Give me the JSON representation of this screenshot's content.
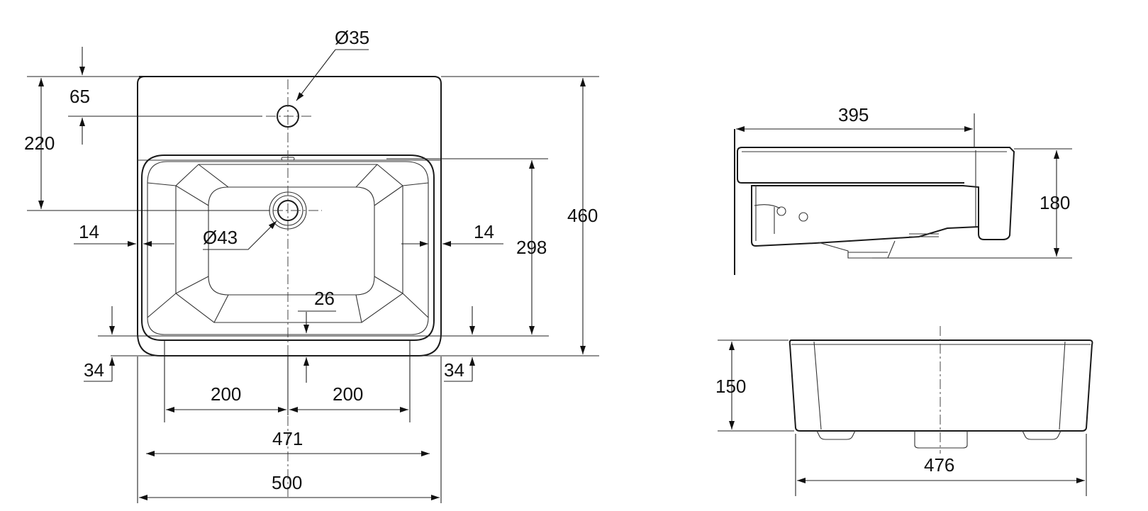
{
  "colors": {
    "line": "#1a1a1a",
    "background": "#ffffff"
  },
  "drawings": {
    "top_view": {
      "labels": {
        "tap_hole_diameter": "Ø35",
        "tap_hole_offset": "65",
        "drain_position": "220",
        "overall_depth": "460",
        "side_wall_left": "14",
        "side_wall_right": "14",
        "drain_diameter": "Ø43",
        "bowl_depth": "298",
        "front_rim": "26",
        "front_left": "34",
        "front_right": "34",
        "half_left": "200",
        "half_right": "200",
        "bowl_width": "471",
        "overall_width": "500"
      }
    },
    "side_view": {
      "labels": {
        "projection": "395",
        "height": "180"
      }
    },
    "front_view": {
      "labels": {
        "height": "150",
        "width": "476"
      }
    }
  }
}
